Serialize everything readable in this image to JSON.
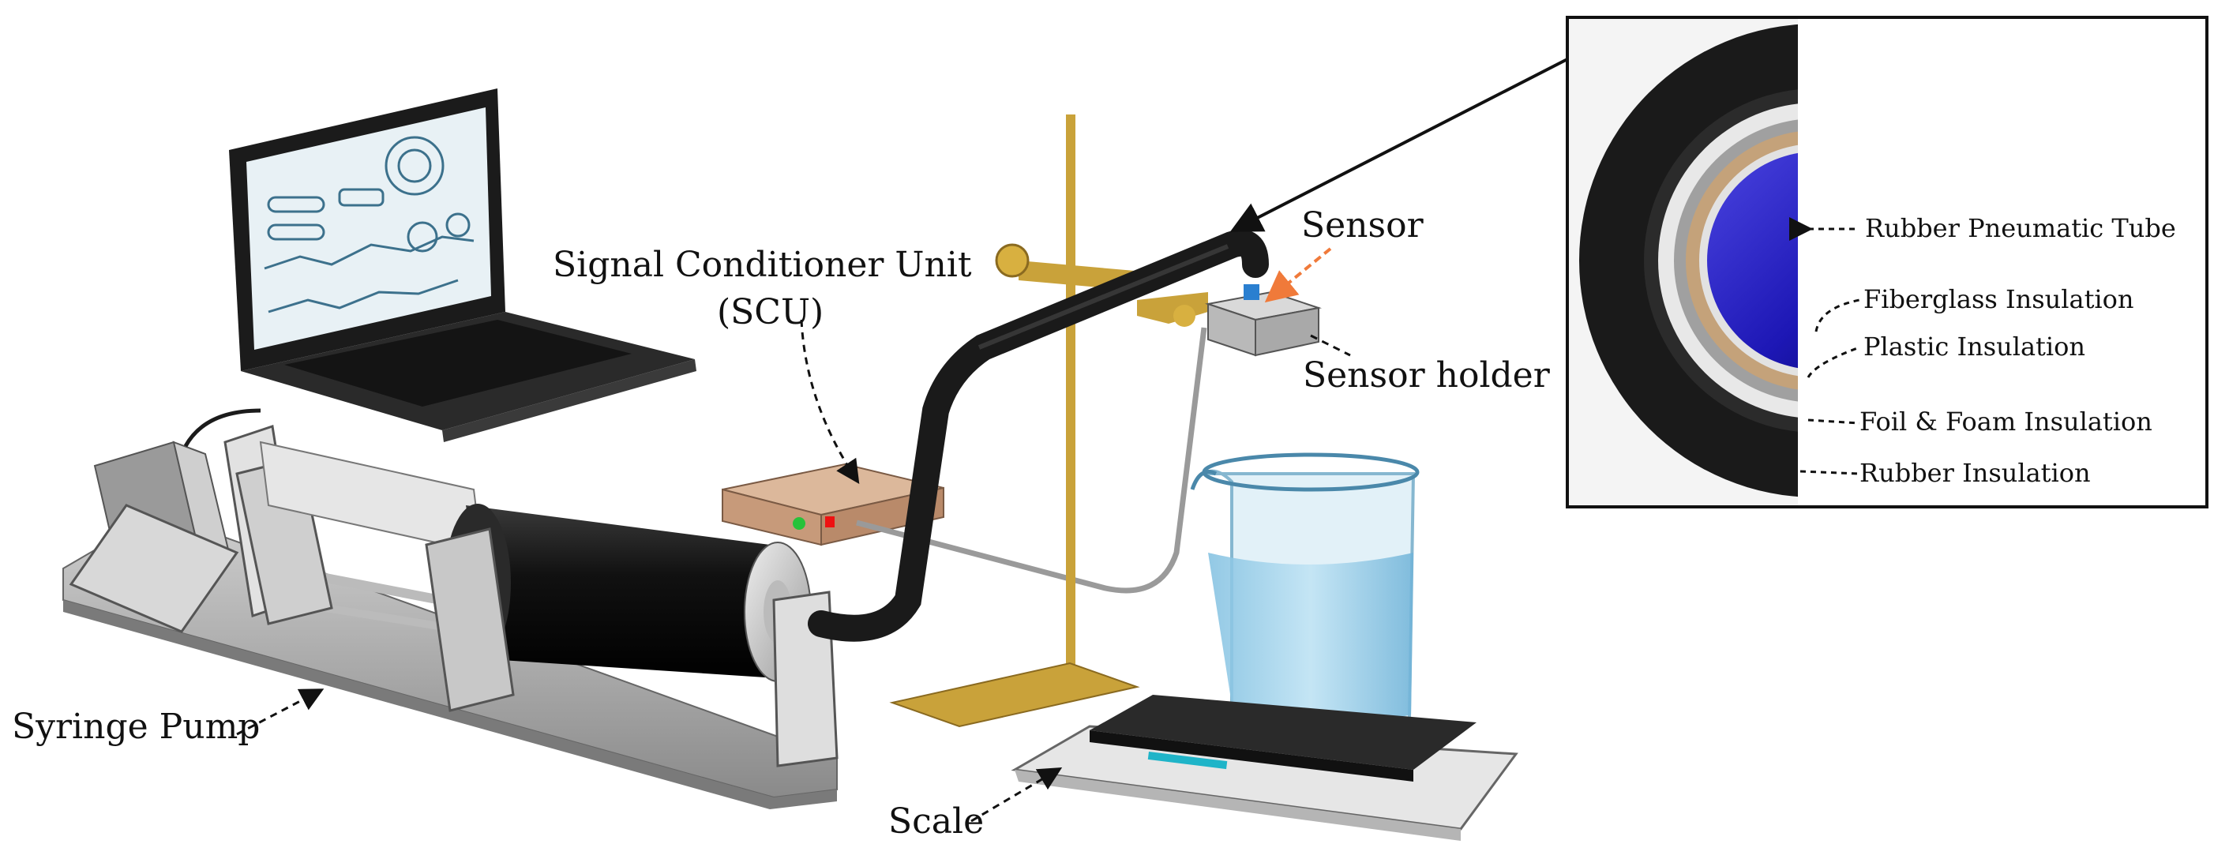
{
  "labels": {
    "scu_line1": "Signal Conditioner Unit",
    "scu_line2": "(SCU)",
    "sensor": "Sensor",
    "sensor_holder": "Sensor holder",
    "syringe_pump": "Syringe Pump",
    "scale": "Scale"
  },
  "inset": {
    "layers": [
      "Rubber Pneumatic Tube",
      "Fiberglass Insulation",
      "Plastic Insulation",
      "Foil & Foam Insulation",
      "Rubber Insulation"
    ]
  },
  "colors": {
    "tube": "#1a1a1a",
    "brass": "#c9a23a",
    "scu_box": "#c79a7a",
    "screen": "#e8f1f5",
    "water": "#9fd0ea",
    "inset_blue": "#1d17b5",
    "arrow_orange": "#f07a3a"
  }
}
